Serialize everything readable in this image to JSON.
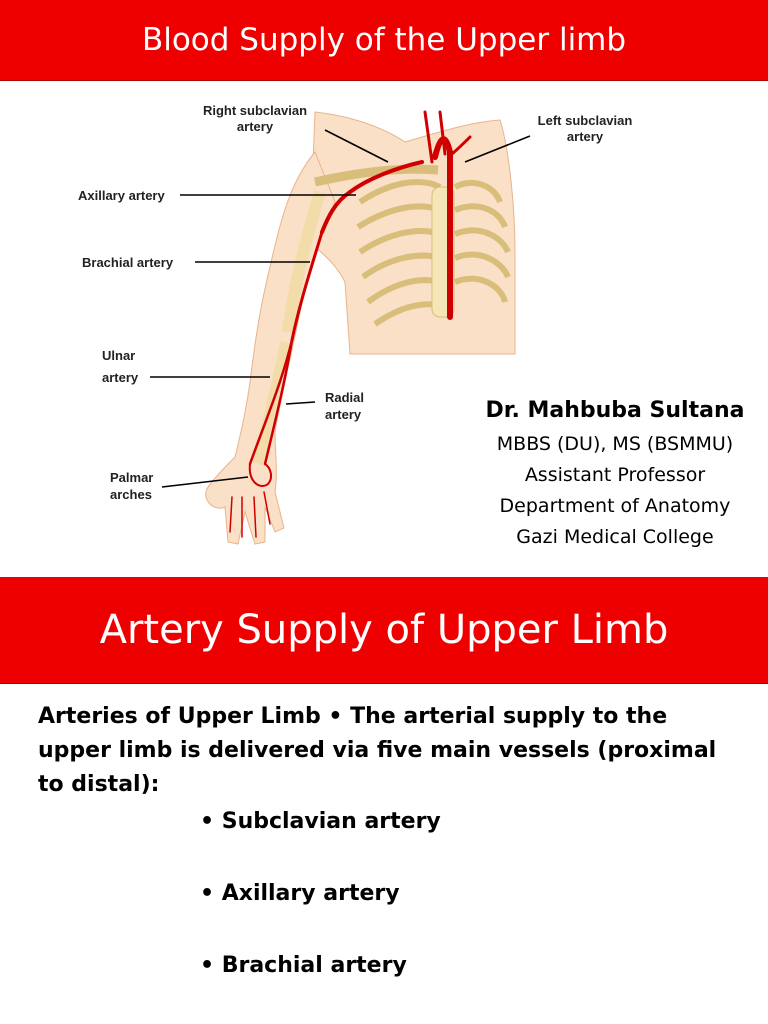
{
  "header": {
    "title": "Blood Supply of the Upper limb"
  },
  "figure": {
    "labels": {
      "right_subclavian": [
        "Right subclavian",
        "artery"
      ],
      "left_subclavian": [
        "Left subclavian",
        "artery"
      ],
      "axillary": "Axillary artery",
      "brachial": "Brachial artery",
      "ulnar": [
        "Ulnar",
        "artery"
      ],
      "radial": [
        "Radial",
        "artery"
      ],
      "palmar": [
        "Palmar",
        "arches"
      ]
    }
  },
  "author": {
    "name": "Dr. Mahbuba Sultana",
    "degrees": "MBBS (DU), MS (BSMMU)",
    "position": "Assistant Professor",
    "department": "Department of Anatomy",
    "institution": "Gazi Medical College"
  },
  "section": {
    "title": "Artery Supply of Upper Limb"
  },
  "content": {
    "intro": "Arteries of Upper Limb • The arterial supply to the upper limb is delivered via five main vessels (proximal to distal):",
    "bullets": [
      "• Subclavian artery",
      "• Axillary artery",
      "• Brachial artery"
    ]
  },
  "colors": {
    "banner": "#ee0000",
    "artery": "#d00000",
    "skin": "#f8dcc0",
    "bone": "#f5e6b8"
  }
}
